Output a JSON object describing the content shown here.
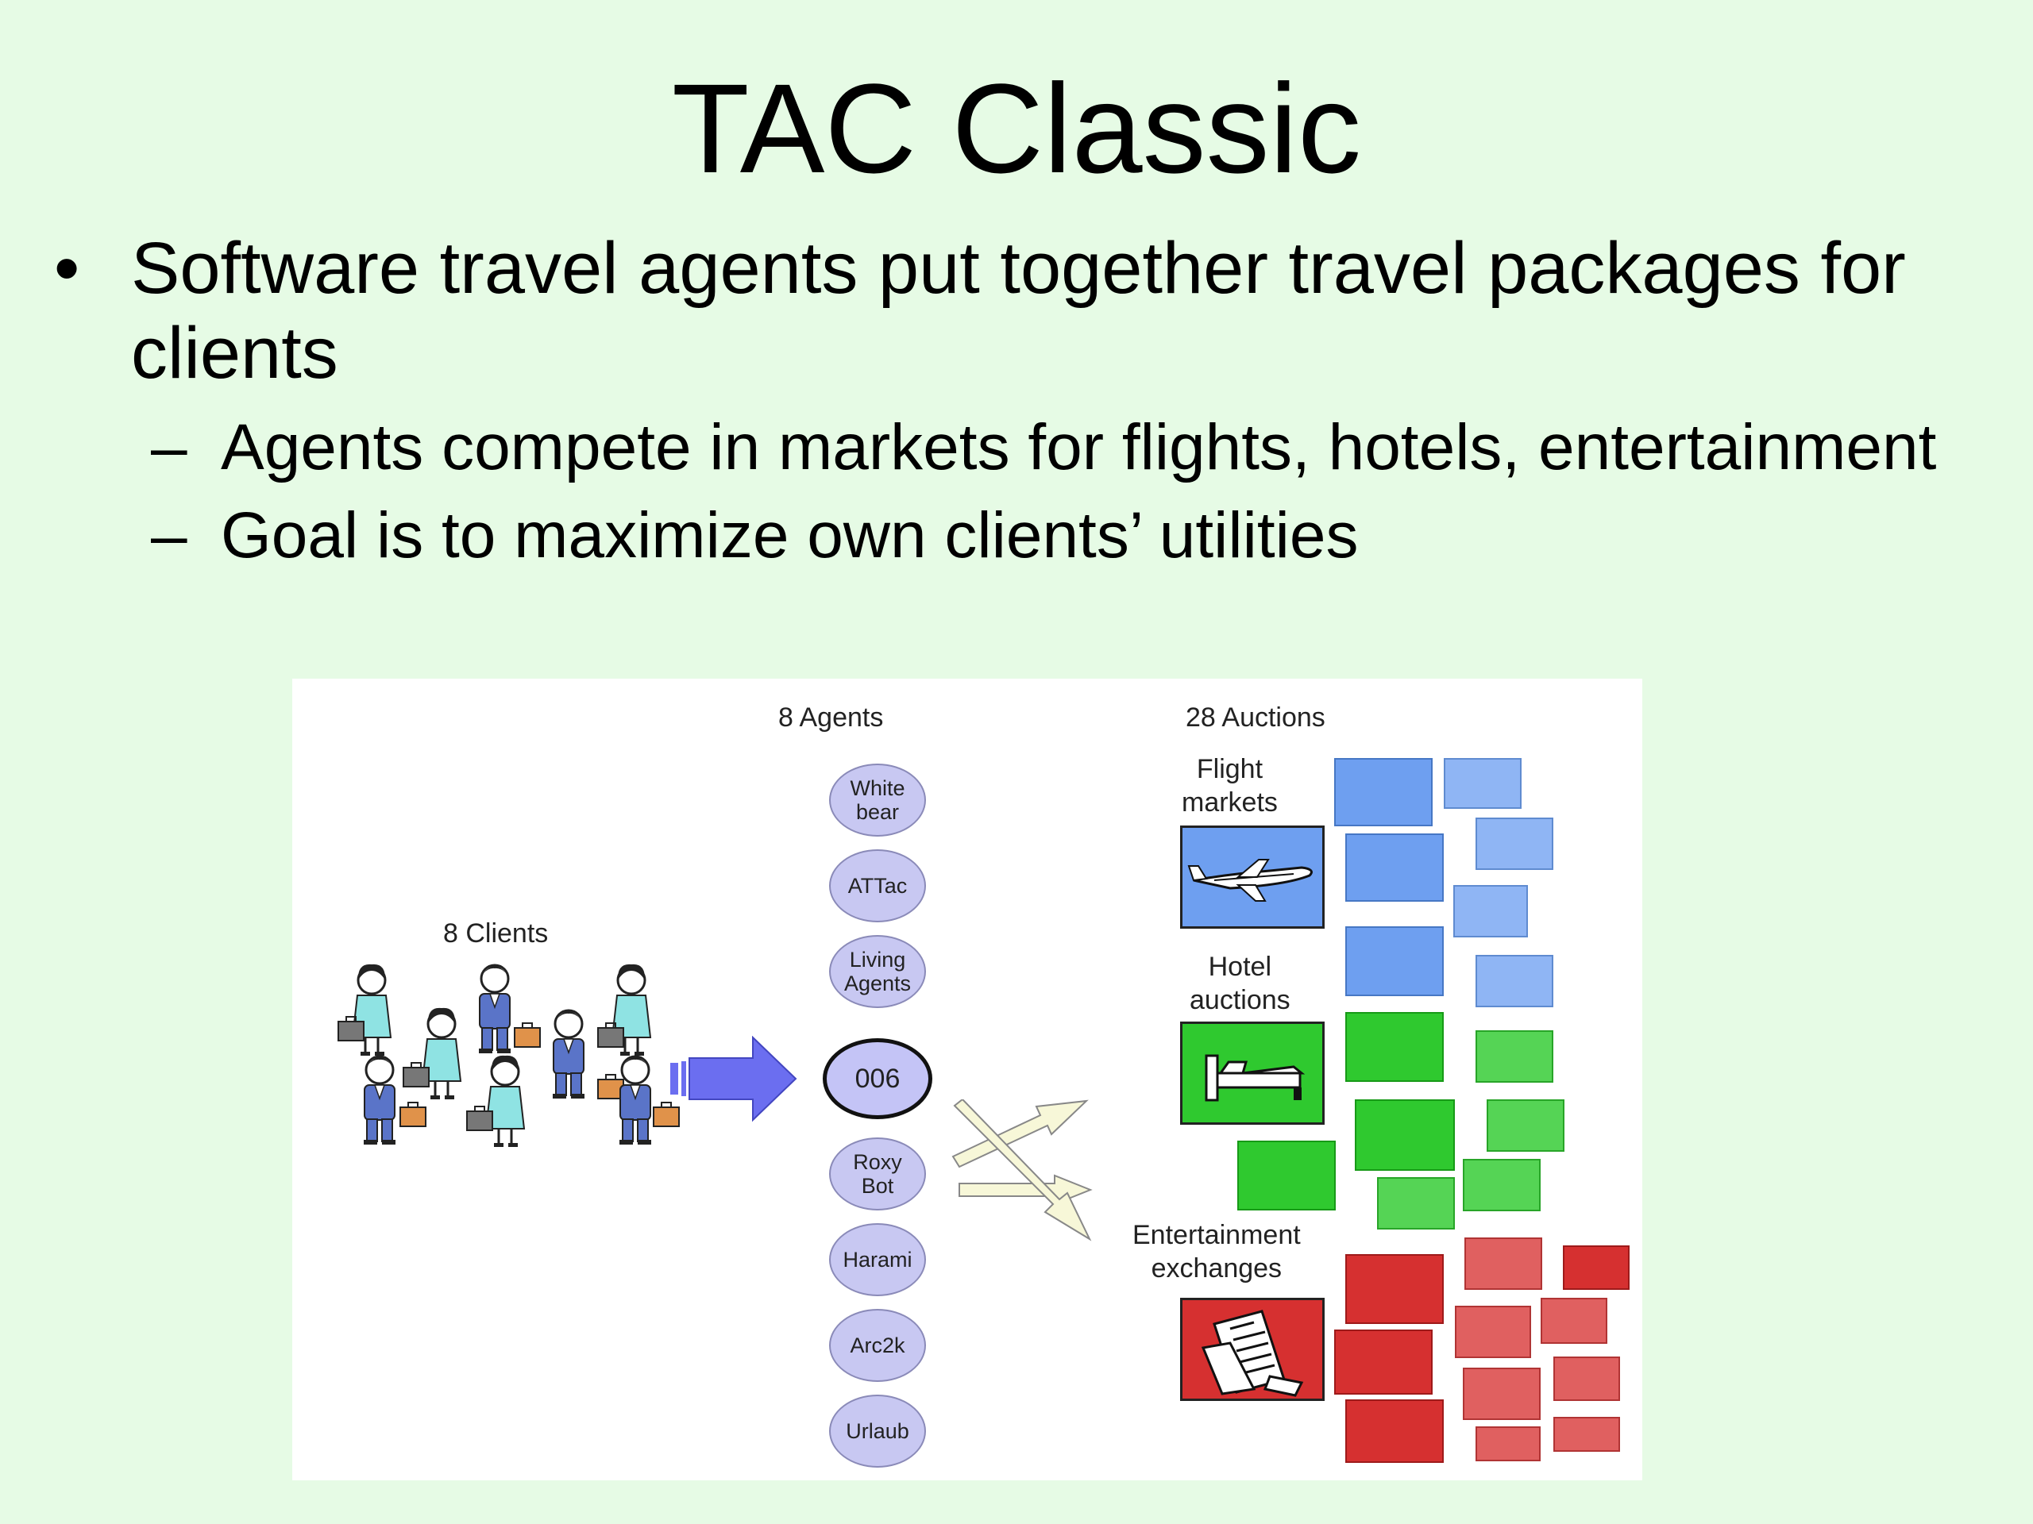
{
  "slide": {
    "title": "TAC Classic",
    "bullets": [
      {
        "marker": "•",
        "text": "Software travel agents put together travel packages for clients"
      },
      {
        "marker": "–",
        "text": "Agents compete in markets for flights, hotels, entertainment"
      },
      {
        "marker": "–",
        "text": "Goal is to maximize own clients’ utilities"
      }
    ]
  },
  "diagram": {
    "clients_label": "8 Clients",
    "agents_label": "8  Agents",
    "auctions_label": "28 Auctions",
    "agents": [
      {
        "name": "White bear",
        "line1": "White",
        "line2": "bear"
      },
      {
        "name": "ATTac",
        "line1": "ATTac",
        "line2": ""
      },
      {
        "name": "Living Agents",
        "line1": "Living",
        "line2": "Agents"
      },
      {
        "name": "006",
        "line1": "006",
        "line2": "",
        "selected": true
      },
      {
        "name": "Roxy Bot",
        "line1": "Roxy",
        "line2": "Bot"
      },
      {
        "name": "Harami",
        "line1": "Harami",
        "line2": ""
      },
      {
        "name": "Arc2k",
        "line1": "Arc2k",
        "line2": ""
      },
      {
        "name": "Urlaub",
        "line1": "Urlaub",
        "line2": ""
      }
    ],
    "markets": {
      "flight": {
        "line1": "Flight",
        "line2": "markets",
        "color": "#6e9ff0",
        "icon": "airplane-icon"
      },
      "hotel": {
        "line1": "Hotel",
        "line2": "auctions",
        "color": "#2fc92f",
        "icon": "bed-icon"
      },
      "entertainment": {
        "line1": "Entertainment",
        "line2": "exchanges",
        "color": "#d63030",
        "icon": "tickets-icon"
      }
    },
    "colors": {
      "background": "#e6fbe5",
      "agent_fill": "#c8c8f2",
      "big_arrow": "#6b6ef0",
      "arrow_fill": "#f7f7d8"
    }
  }
}
